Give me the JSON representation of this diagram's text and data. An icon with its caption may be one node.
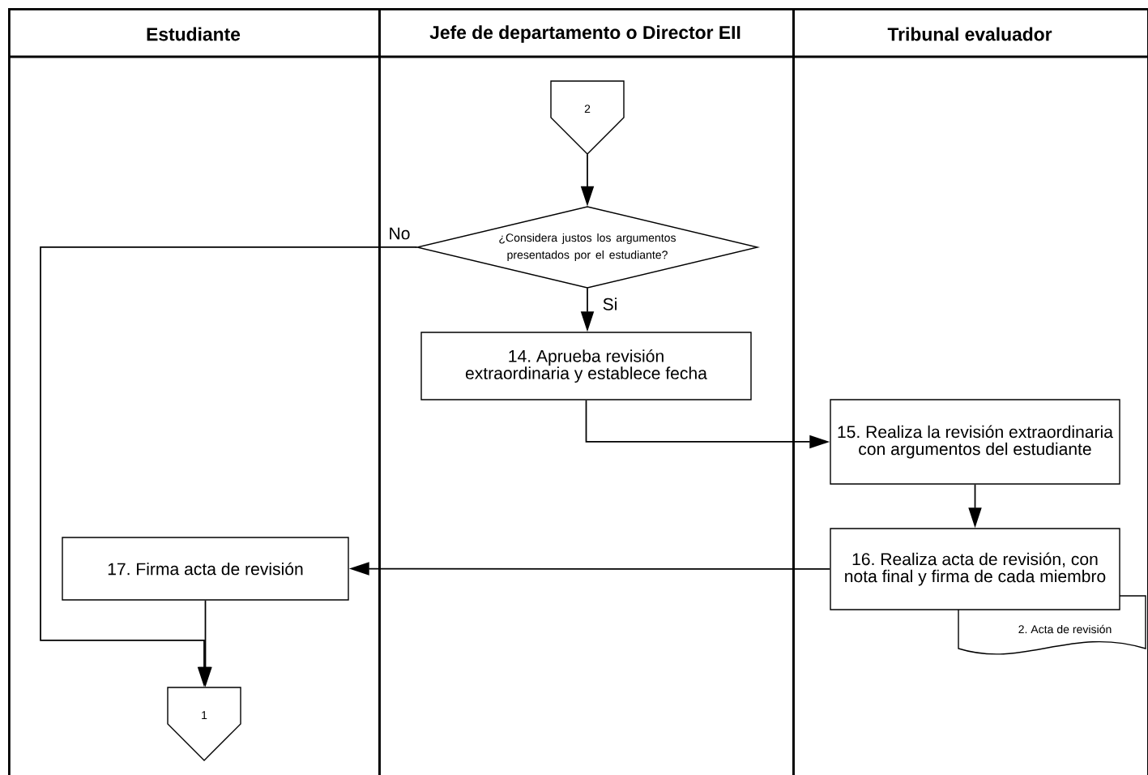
{
  "diagram": {
    "nodes": [
      {
        "text": [
          "Estudiante"
        ]
      },
      {
        "text": [
          "Jefe de departamento o Director EII"
        ]
      },
      {
        "text": [
          "Tribunal evaluador"
        ]
      },
      {
        "text": [
          "2"
        ],
        "in": 1
      },
      {
        "text": [
          "¿Considera justos los argumentos presentados por el estudiante?"
        ],
        "in": 1
      },
      {
        "text": [
          "14. Aprueba revisión extraordinaria y establece fecha"
        ],
        "in": 1
      },
      {
        "text": [
          "15. Realiza la revisión extraordinaria con argumentos del estudiante"
        ],
        "in": 2
      },
      {
        "text": [
          "16. Realiza acta de revisión, con nota final y firma de cada miembro"
        ],
        "in": 2
      },
      {
        "text": [
          "2. Acta de revisión"
        ],
        "in": 2
      },
      {
        "text": [
          "17. Firma acta de revisión"
        ],
        "in": 0
      },
      {
        "text": [
          "1"
        ],
        "in": 0
      }
    ],
    "edges": [
      {
        "from": 3,
        "to": 4,
        "arrow": "to"
      },
      {
        "from": 4,
        "to": 5,
        "arrow": "to",
        "label": "Si"
      },
      {
        "from": 4,
        "to": 10,
        "arrow": "to",
        "label": "No"
      },
      {
        "from": 5,
        "to": 6,
        "arrow": "to"
      },
      {
        "from": 6,
        "to": 7,
        "arrow": "to"
      },
      {
        "from": 7,
        "to": 9,
        "arrow": "to"
      },
      {
        "from": 9,
        "to": 10,
        "arrow": "to"
      }
    ]
  }
}
